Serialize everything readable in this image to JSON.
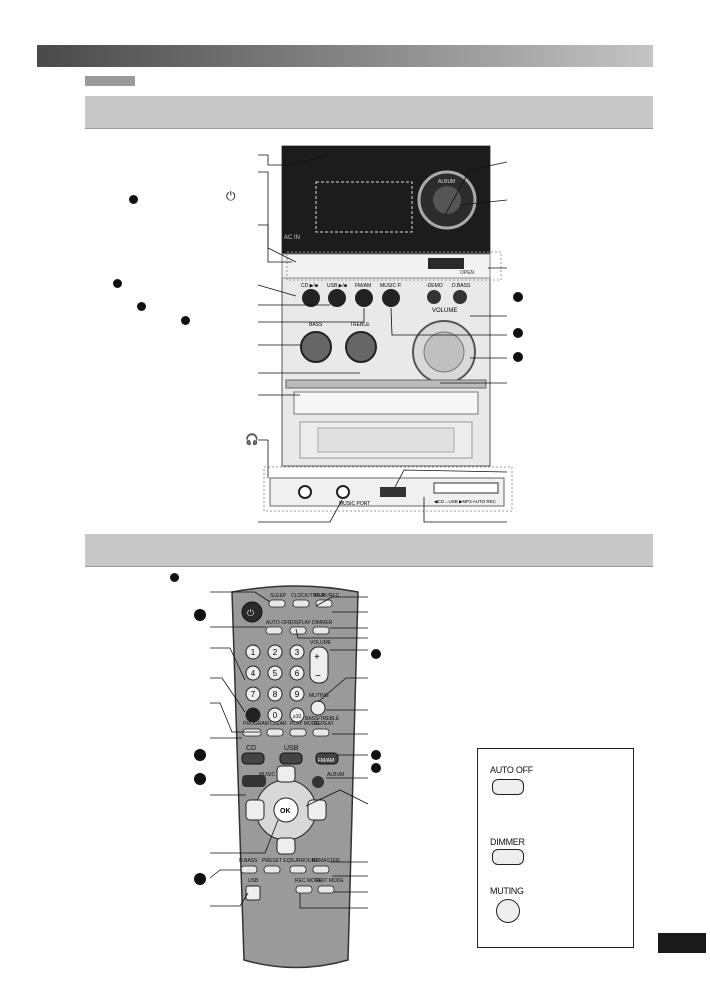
{
  "unit_labels": {
    "ac_in": "AC IN",
    "open": "OPEN",
    "cd_btn": "CD ▶/■",
    "usb_btn": "USB ▶/■",
    "fm_am": "FM/AM",
    "music_p": "MUSIC P.",
    "demo": "-DEMO",
    "d_bass": "D.BASS",
    "volume": "VOLUME",
    "bass": "BASS",
    "treble": "TREBLE",
    "album": "ALBUM",
    "music_port": "MUSIC PORT",
    "usb_rec": "◀CD→USB  ▶MP3 AUTO REC"
  },
  "remote_labels": {
    "sleep": "SLEEP",
    "clock_timer": "CLOCK/TIMER",
    "play_rec": "PLAY/REC",
    "auto_off": "AUTO OFF",
    "display": "DISPLAY",
    "dimmer": "DIMMER",
    "volume": "VOLUME",
    "muting": "MUTING",
    "bass_treble": "BASS/TREBLE",
    "program": "PROGRAM",
    "clear": "CLEAR",
    "play_mode": "PLAY MODE",
    "repeat": "REPEAT",
    "cd": "CD",
    "usb": "USB",
    "fm_am": "FM/AM",
    "music_port": "MUSIC PORT",
    "album": "ALBUM",
    "ok": "OK",
    "d_bass": "D.BASS",
    "preset_eq": "PRESET EQ",
    "surround": "SURROUND",
    "remaster": "REMASTER",
    "usb_bottom": "USB",
    "rec_mode": "REC MODE",
    "edit_mode": "EDIT MODE",
    "keys": [
      "1",
      "2",
      "3",
      "4",
      "5",
      "6",
      "7",
      "8",
      "9",
      "0",
      "≥10"
    ]
  },
  "inset_labels": {
    "auto_off": "AUTO OFF",
    "dimmer": "DIMMER",
    "muting": "MUTING"
  }
}
